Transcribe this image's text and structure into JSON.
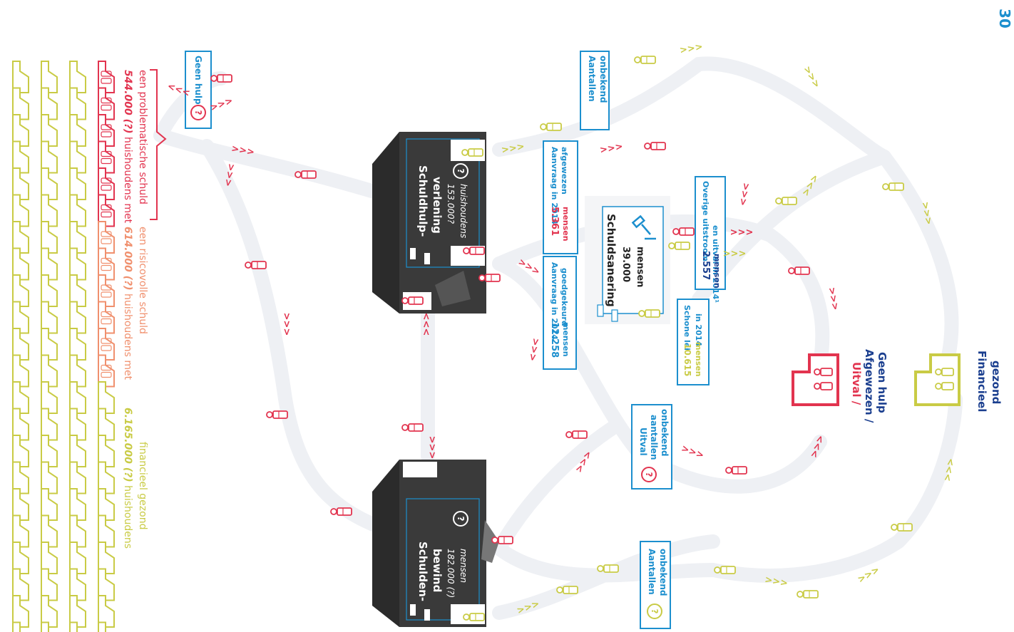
{
  "colors": {
    "red": "#e2344f",
    "orange": "#f0906e",
    "yellow": "#c9cb45",
    "blue": "#1c8fce",
    "navy": "#1b3f8f",
    "dark": "#3a3a3a",
    "path": "#eef0f4"
  },
  "page_number": "30",
  "households": {
    "healthy": {
      "number": "6.165.000 (?)",
      "rest": " huishoudens",
      "line2": "financieel gezond"
    },
    "risky": {
      "number": "614.000 (?)",
      "rest": " huishoudens met",
      "line2": "een risicovolle schuld"
    },
    "problematic": {
      "number": "544.000 (?)",
      "rest": " huishoudens met",
      "line2": "een problematische schuld"
    }
  },
  "boxes": {
    "schuldhulp": {
      "line1": "Schuldhulp-",
      "line2": "verlening",
      "count": "153.000?",
      "unit": "huishoudens"
    },
    "schuldenbewind": {
      "line1": "Schulden-",
      "line2": "bewind",
      "count": "182.000 (?)",
      "unit": "mensen"
    },
    "schuldsanering": {
      "title": "Schuldsanering",
      "count": "39.000",
      "unit": "mensen"
    }
  },
  "labels": {
    "geen_hulp": "Geen hulp",
    "aantallen_top": {
      "line1": "Aantallen",
      "line2": "onbekend"
    },
    "aantallen_bottom": {
      "line1": "Aantallen",
      "line2": "onbekend"
    },
    "uitval_middle": {
      "line1": "Uitval",
      "line2": "aantallen",
      "line3": "onbekend"
    }
  },
  "stats": {
    "afgewezen": {
      "number": "5.361",
      "unit": "mensen",
      "line1": "Aanvraag in 2014",
      "line2": "afgewezen"
    },
    "goedgekeurd": {
      "number": "12.258",
      "unit": "mensen",
      "line1": "Aanvraag in 2014",
      "line2": "goedgekeurd"
    },
    "uitstroom": {
      "number": "2.557",
      "unit": "mensen",
      "line1": "Overige uitstroom",
      "line2": "en uitval in 2014¹"
    },
    "schone_lei": {
      "number": "10.615",
      "unit": "mensen",
      "line1": "Schone lei",
      "line2": "in 2014"
    }
  },
  "outcomes": {
    "uitval": {
      "line1": "Uitval /",
      "line2": "Afgewezen /",
      "line3": "Geen hulp"
    },
    "gezond": {
      "line1": "Financieel",
      "line2": "gezond"
    }
  },
  "icons": [
    "house-icon",
    "person-icon",
    "question-icon",
    "gavel-icon",
    "arrow-chevron-icon"
  ]
}
